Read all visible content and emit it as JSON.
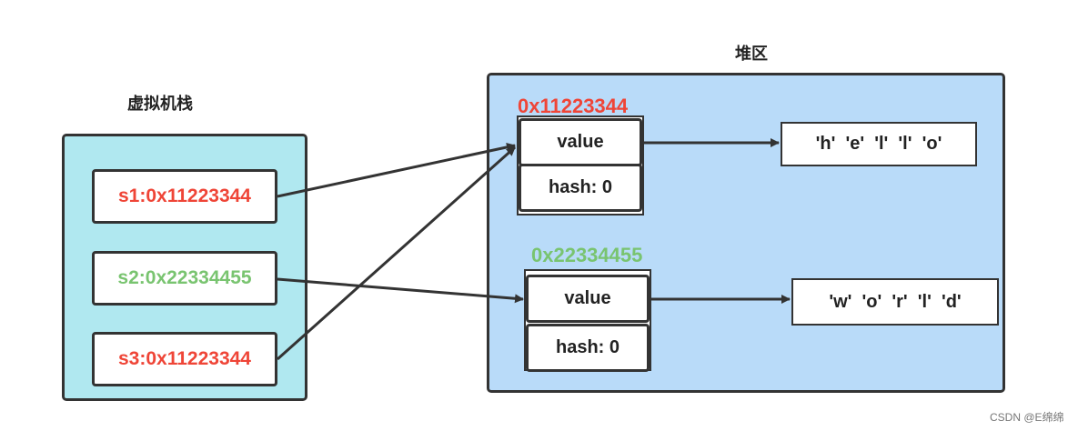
{
  "stack": {
    "title": "虚拟机栈",
    "refs": [
      {
        "text": "s1:0x11223344",
        "color": "#ef4537"
      },
      {
        "text": "s2:0x22334455",
        "color": "#79c470"
      },
      {
        "text": "s3:0x11223344",
        "color": "#ef4537"
      }
    ]
  },
  "heap": {
    "title": "堆区",
    "objects": [
      {
        "address": "0x11223344",
        "address_color": "#ef4537",
        "value_label": "value",
        "hash_label": "hash: 0",
        "chars": "'h'  'e'  'l'  'l'  'o'"
      },
      {
        "address": "0x22334455",
        "address_color": "#79c470",
        "value_label": "value",
        "hash_label": "hash: 0",
        "chars": "'w'  'o'  'r'  'l'  'd'"
      }
    ]
  },
  "watermark": "CSDN @E绵绵",
  "colors": {
    "stack_bg": "#b0e8f0",
    "heap_bg": "#b9dbf9",
    "red": "#ef4537",
    "green": "#79c470"
  }
}
